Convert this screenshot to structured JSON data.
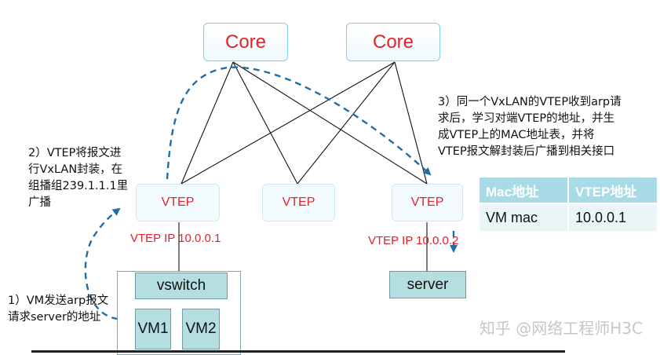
{
  "colors": {
    "accent_red": "#e8202a",
    "teal_box": "#b4dee0",
    "dashed_arrow": "#1f6fa5",
    "table_header": "#a9dbe6"
  },
  "core_nodes": [
    "Core",
    "Core"
  ],
  "vtep_nodes": [
    "VTEP",
    "VTEP",
    "VTEP"
  ],
  "ip_labels": {
    "left": "VTEP  IP 10.0.0.1",
    "right": "VTEP IP 10.0.0.2"
  },
  "vswitch": {
    "label": "vswitch",
    "vms": [
      "VM1",
      "VM2"
    ]
  },
  "server": {
    "label": "server"
  },
  "notes": {
    "step1": [
      "1）VM发送arp报文",
      "请求server的地址"
    ],
    "step2": [
      "2）VTEP将报文进",
      "行VxLAN封装，在",
      "组播组239.1.1.1里",
      "广播"
    ],
    "step3": [
      "3）同一个VxLAN的VTEP收到arp请",
      "求后，学习对端VTEP的地址，并生",
      "成VTEP上的MAC地址表，并将",
      "VTEP报文解封装后广播到相关接口"
    ]
  },
  "mac_table": {
    "headers": [
      "Mac地址",
      "VTEP地址"
    ],
    "rows": [
      [
        "VM mac",
        "10.0.0.1"
      ]
    ]
  },
  "watermark": "知乎 @网络工程师H3C"
}
